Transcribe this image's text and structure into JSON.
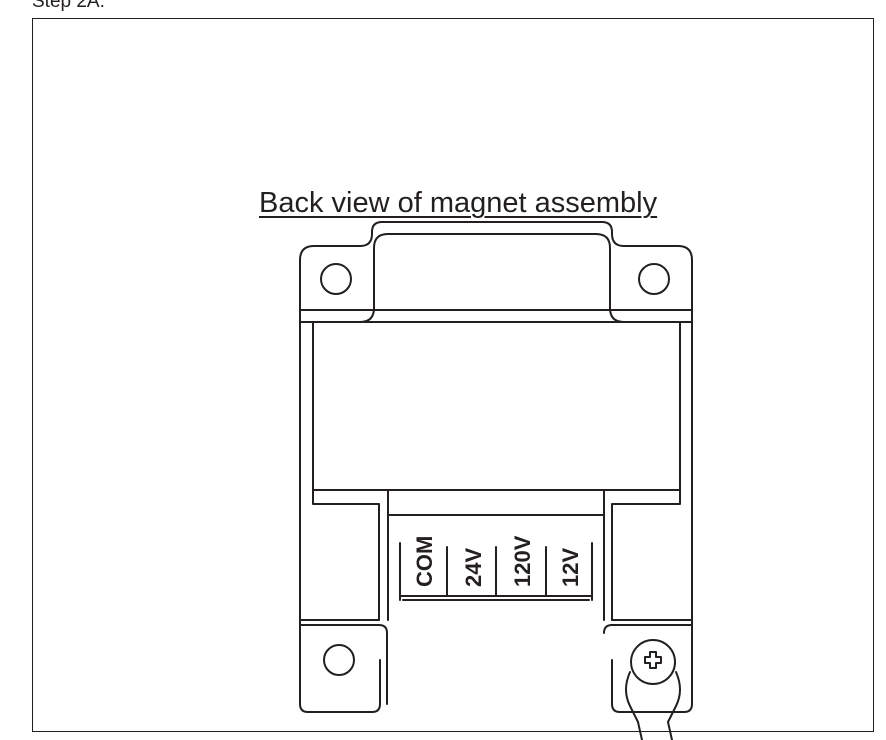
{
  "step_label": "Step 2A:",
  "caption": "Back view of magnet assembly",
  "terminals": [
    {
      "label": "COM"
    },
    {
      "label": "24V"
    },
    {
      "label": "120V"
    },
    {
      "label": "12V"
    }
  ],
  "icons": [
    "mounting-hole-icon",
    "ground-screw-icon"
  ],
  "colors": {
    "line": "#231f20",
    "background": "#ffffff"
  }
}
